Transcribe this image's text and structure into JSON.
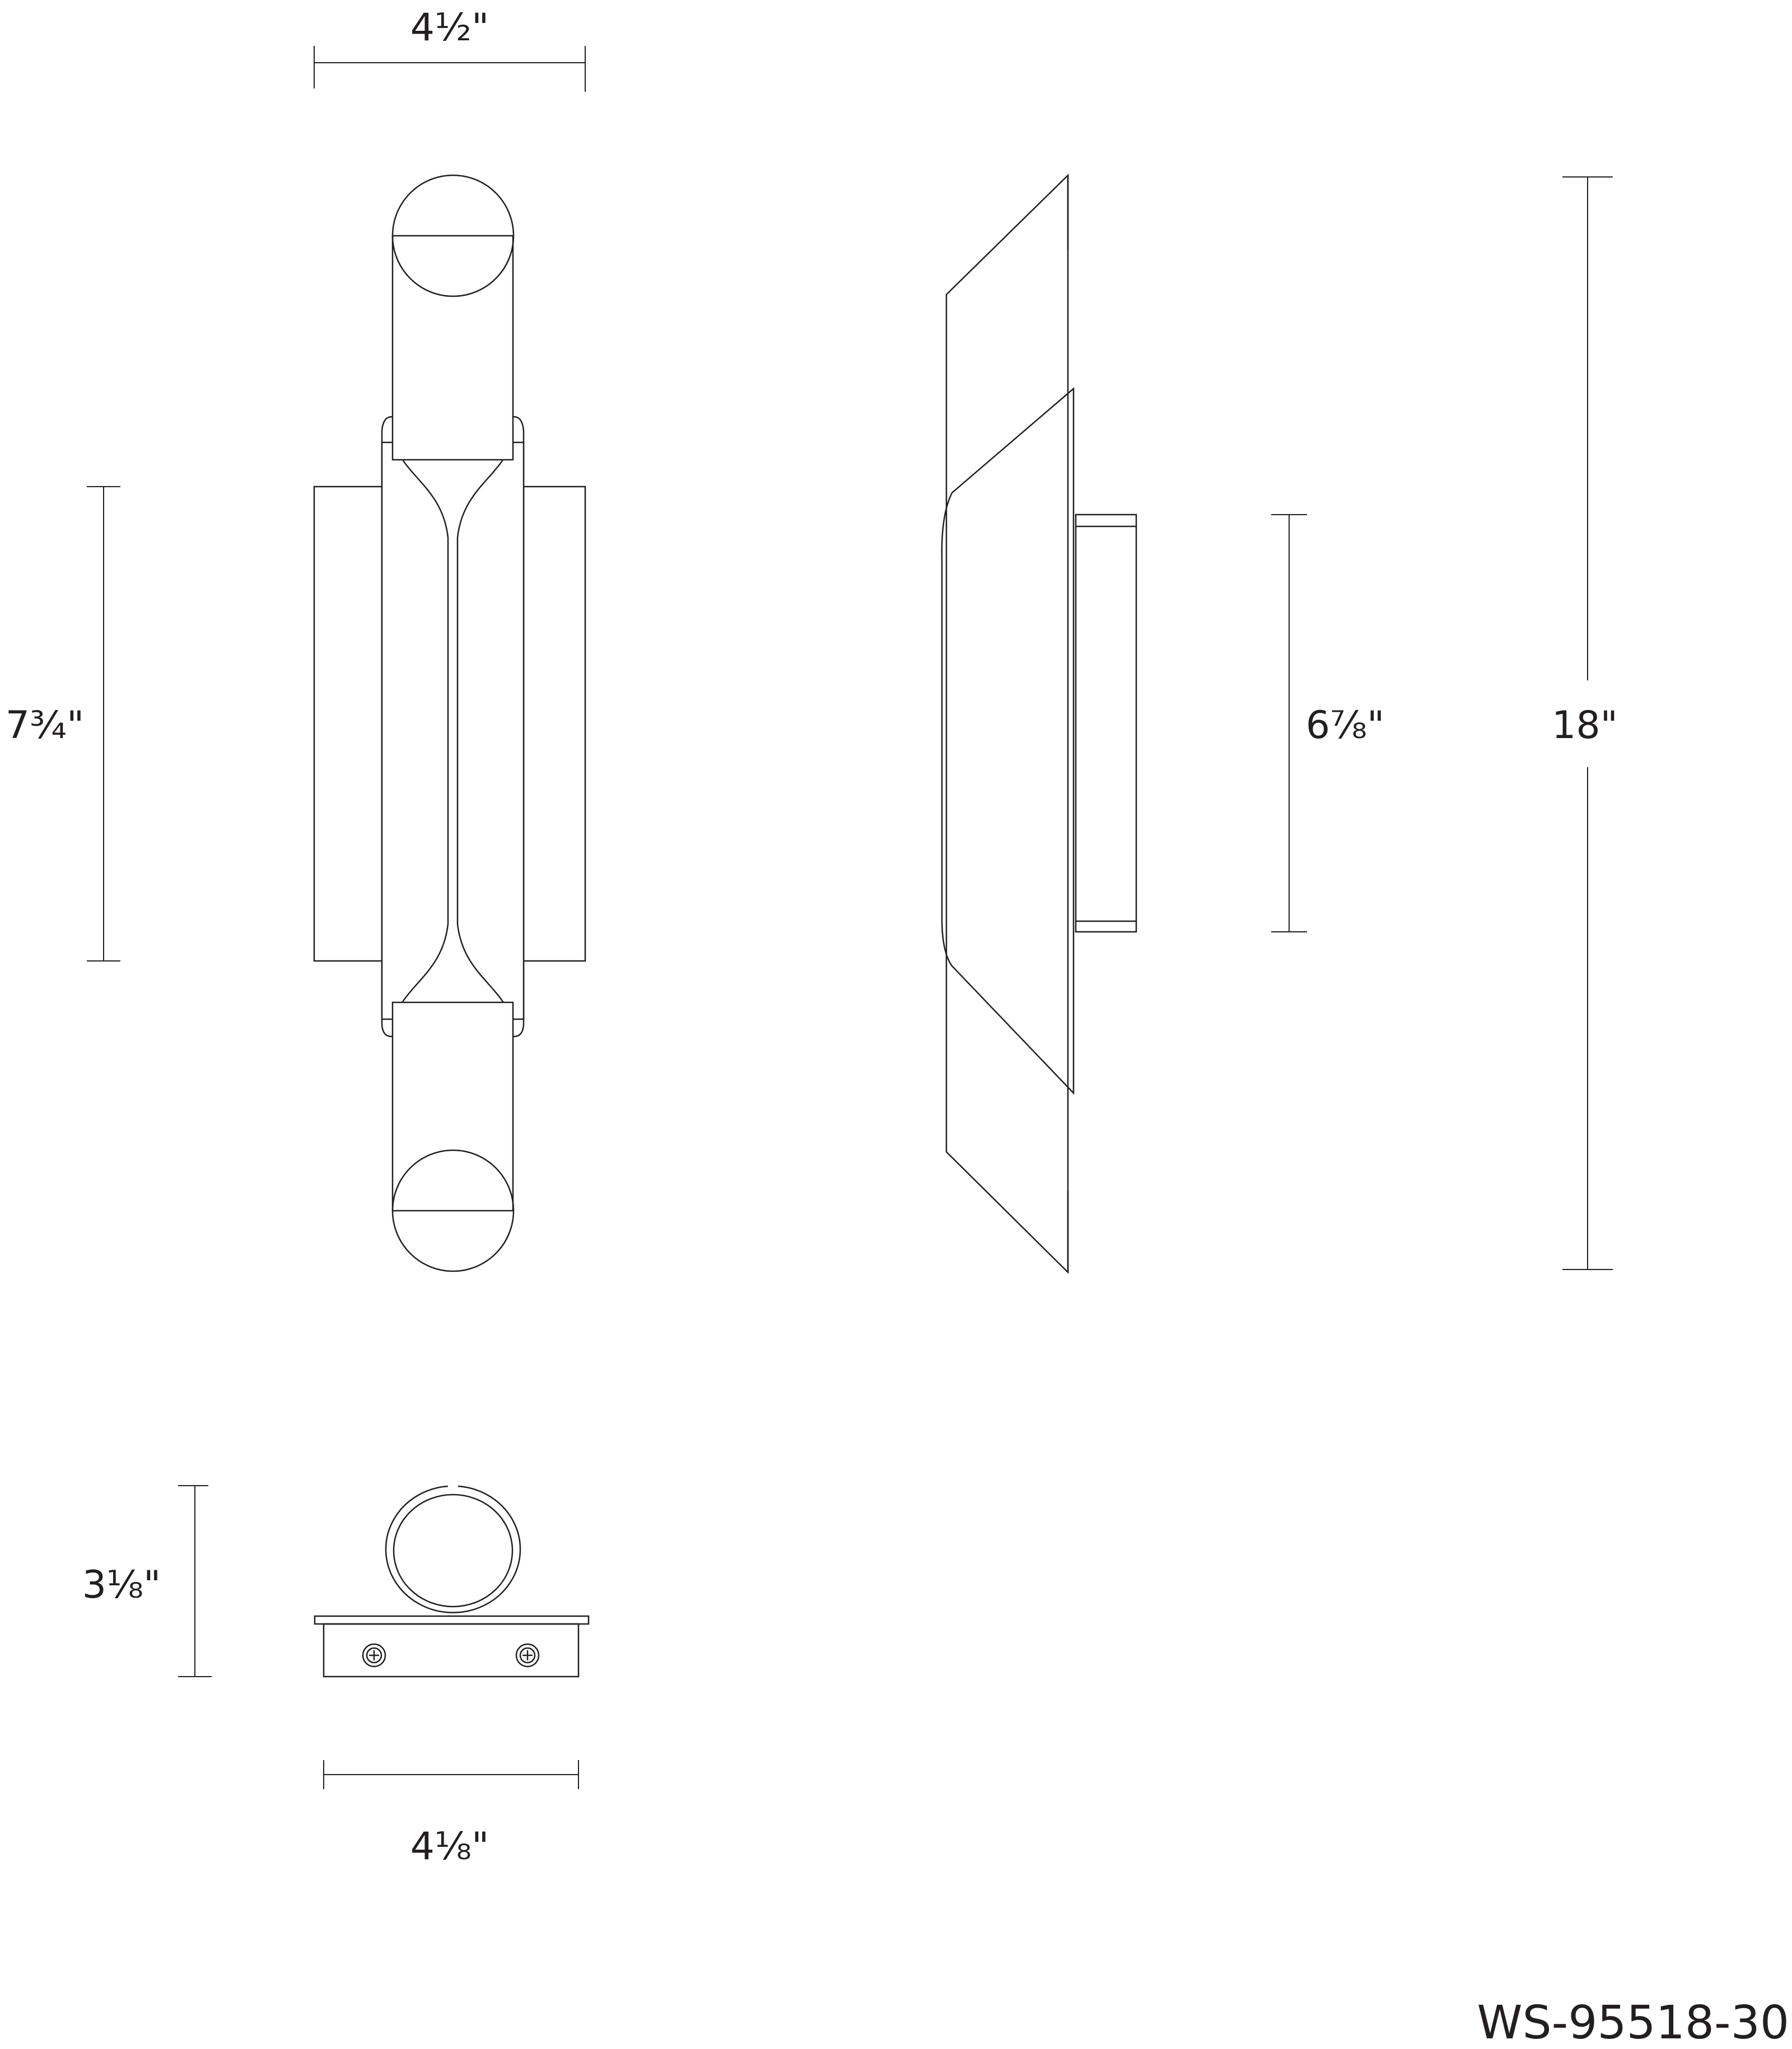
{
  "dimensions": {
    "front_width": "4½\"",
    "backplate_height": "7¾\"",
    "side_backplate_height": "6⅞\"",
    "overall_height": "18\"",
    "depth": "3⅛\"",
    "bottom_width": "4⅛\""
  },
  "model_number": "WS-95518-30",
  "colors": {
    "line": "#231f20",
    "background": "#ffffff"
  }
}
